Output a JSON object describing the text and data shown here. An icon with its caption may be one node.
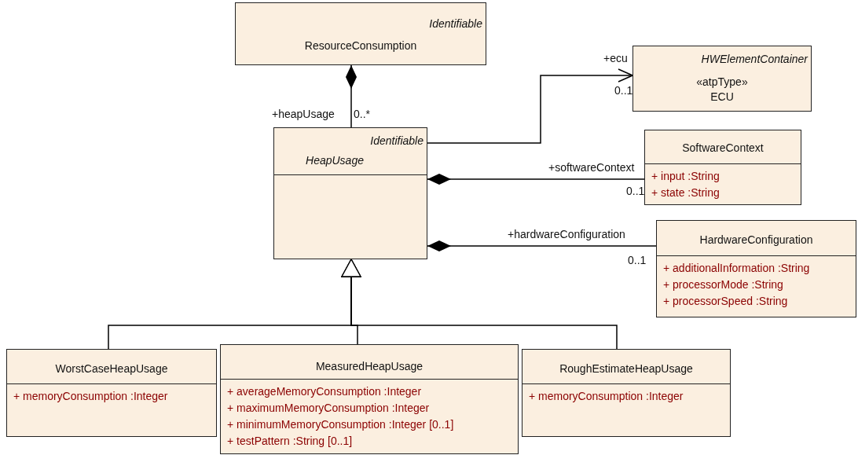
{
  "diagram": {
    "nodes": [
      {
        "text": [
          "Identifiable",
          "ResourceConsumption"
        ]
      },
      {
        "text": [
          "Identifiable",
          "HeapUsage"
        ]
      },
      {
        "text": [
          "HWElementContainer",
          "«atpType»",
          "ECU"
        ]
      },
      {
        "text": [
          "SoftwareContext",
          "+ input :String",
          "+ state :String"
        ]
      },
      {
        "text": [
          "HardwareConfiguration",
          "+ additionalInformation :String",
          "+ processorMode :String",
          "+ processorSpeed :String"
        ]
      },
      {
        "text": [
          "WorstCaseHeapUsage",
          "+ memoryConsumption :Integer"
        ]
      },
      {
        "text": [
          "MeasuredHeapUsage",
          "+ averageMemoryConsumption :Integer",
          "+ maximumMemoryConsumption :Integer",
          "+ minimumMemoryConsumption :Integer [0..1]",
          "+ testPattern :String [0..1]"
        ]
      },
      {
        "text": [
          "RoughEstimateHeapUsage",
          "+ memoryConsumption :Integer"
        ]
      }
    ],
    "edges": [
      {
        "from": 0,
        "to": 1,
        "arrow": "other",
        "label": "+heapUsage"
      },
      {
        "from": 1,
        "to": 2,
        "arrow": "to",
        "label": "+ecu"
      },
      {
        "from": 1,
        "to": 3,
        "arrow": "other",
        "label": "+softwareContext"
      },
      {
        "from": 1,
        "to": 4,
        "arrow": "other",
        "label": "+hardwareConfiguration"
      },
      {
        "from": 5,
        "to": 1,
        "arrow": "to"
      },
      {
        "from": 6,
        "to": 1,
        "arrow": "to"
      },
      {
        "from": 7,
        "to": 1,
        "arrow": "to"
      }
    ],
    "labels": [
      "0..*",
      "0..1",
      "0..1",
      "0..1"
    ]
  }
}
